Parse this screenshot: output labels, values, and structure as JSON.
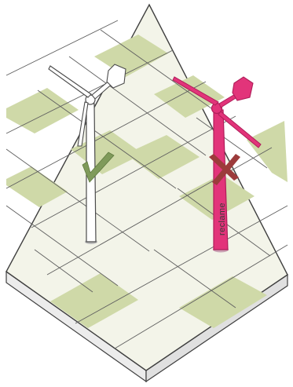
{
  "illustration": {
    "colors": {
      "background": "#ffffff",
      "tile_light": "#f3f4e9",
      "tile_green": "#cfd9a8",
      "grid_line": "#5f5f5f",
      "edge_dark": "#3f3f3f",
      "slab_side_left": "#ececec",
      "slab_side_right": "#e0e0e0",
      "turbine_allowed": "#ffffff",
      "turbine_outline": "#4b4b4b",
      "turbine_forbidden": "#e2347a",
      "turbine_forbidden_dark": "#b01e5a",
      "check_mark": "#7f9a5a",
      "cross_mark": "#9c3b3b",
      "label_text": "#3a3a3a"
    },
    "icons": {
      "allowed": "check-icon",
      "forbidden": "cross-icon"
    },
    "allowed_turbine": {
      "status": "allowed"
    },
    "forbidden_turbine": {
      "status": "forbidden",
      "label": "reclame"
    }
  }
}
